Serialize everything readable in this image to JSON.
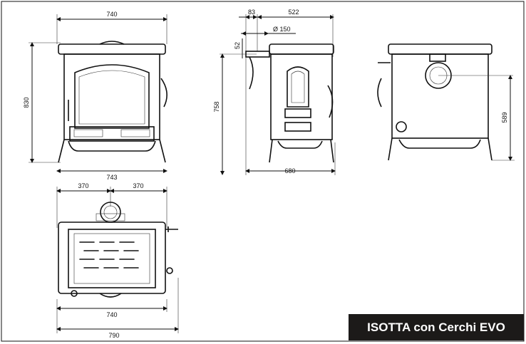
{
  "title": "ISOTTA con Cerchi EVO",
  "front_view": {
    "width_top": "740",
    "height": "830",
    "width_bottom": "743"
  },
  "side_view": {
    "flue_offset": "83",
    "depth_top": "522",
    "flue_diameter": "Ø 150",
    "flue_height": "52",
    "height": "758",
    "depth_bottom": "680"
  },
  "rear_view": {
    "flue_height": "589"
  },
  "top_view": {
    "half_left": "370",
    "half_right": "370",
    "width_inner": "740",
    "width_outer": "790"
  }
}
